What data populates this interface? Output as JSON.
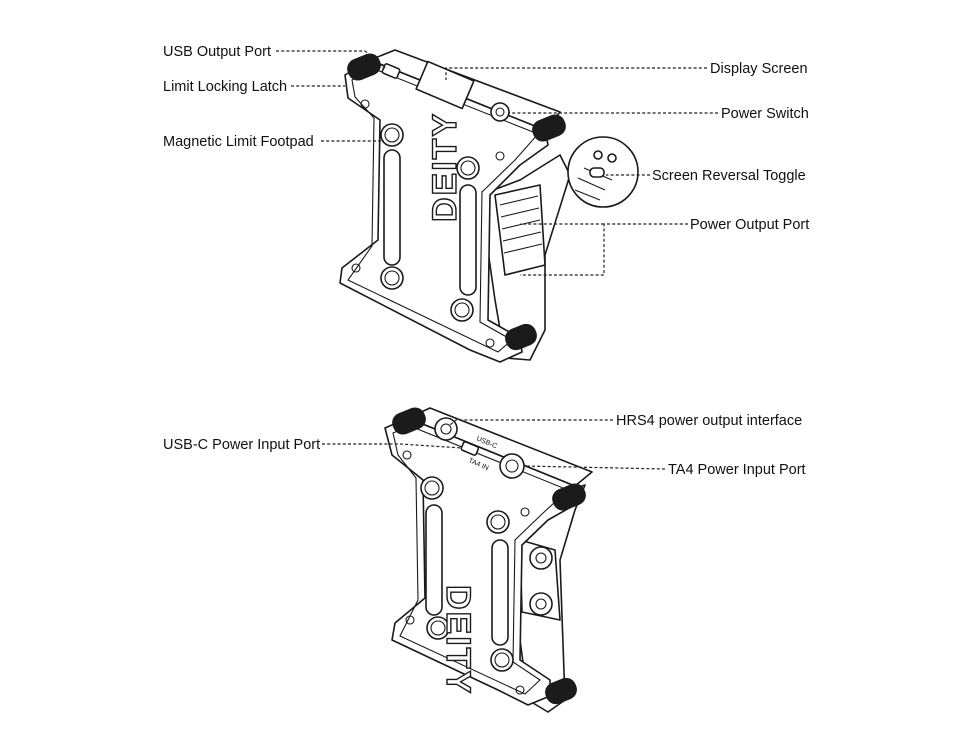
{
  "brand_mark": "DEITY",
  "top_view": {
    "left_callouts": [
      "USB Output Port",
      "Limit Locking Latch",
      "Magnetic Limit Footpad"
    ],
    "right_callouts": [
      "Display Screen",
      "Power Switch",
      "Screen Reversal Toggle",
      "Power Output Port"
    ]
  },
  "bottom_view": {
    "left_callouts": [
      "USB-C Power Input Port"
    ],
    "right_callouts": [
      "HRS4 power output interface",
      "TA4 Power Input Port"
    ],
    "port_labels": {
      "usbc": "USB-C",
      "ta4": "TA4 IN"
    }
  }
}
